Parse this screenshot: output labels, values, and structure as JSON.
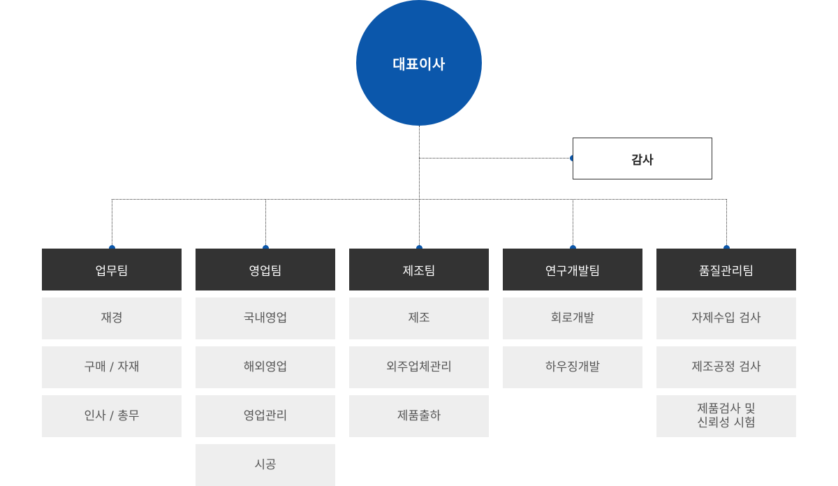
{
  "ceo": {
    "label": "대표이사"
  },
  "audit": {
    "label": "감사"
  },
  "teams": [
    {
      "name": "업무팀",
      "items": [
        "재경",
        "구매 / 자재",
        "인사 / 총무"
      ]
    },
    {
      "name": "영업팀",
      "items": [
        "국내영업",
        "해외영업",
        "영업관리",
        "시공"
      ]
    },
    {
      "name": "제조팀",
      "items": [
        "제조",
        "외주업체관리",
        "제품출하"
      ]
    },
    {
      "name": "연구개발팀",
      "items": [
        "회로개발",
        "하우징개발"
      ]
    },
    {
      "name": "품질관리팀",
      "items": [
        "자제수입 검사",
        "제조공정 검사",
        "제품검사 및\n신뢰성 시험"
      ]
    }
  ],
  "colors": {
    "primary": "#0b57ab",
    "header": "#333333",
    "item_bg": "#eeeeee"
  }
}
